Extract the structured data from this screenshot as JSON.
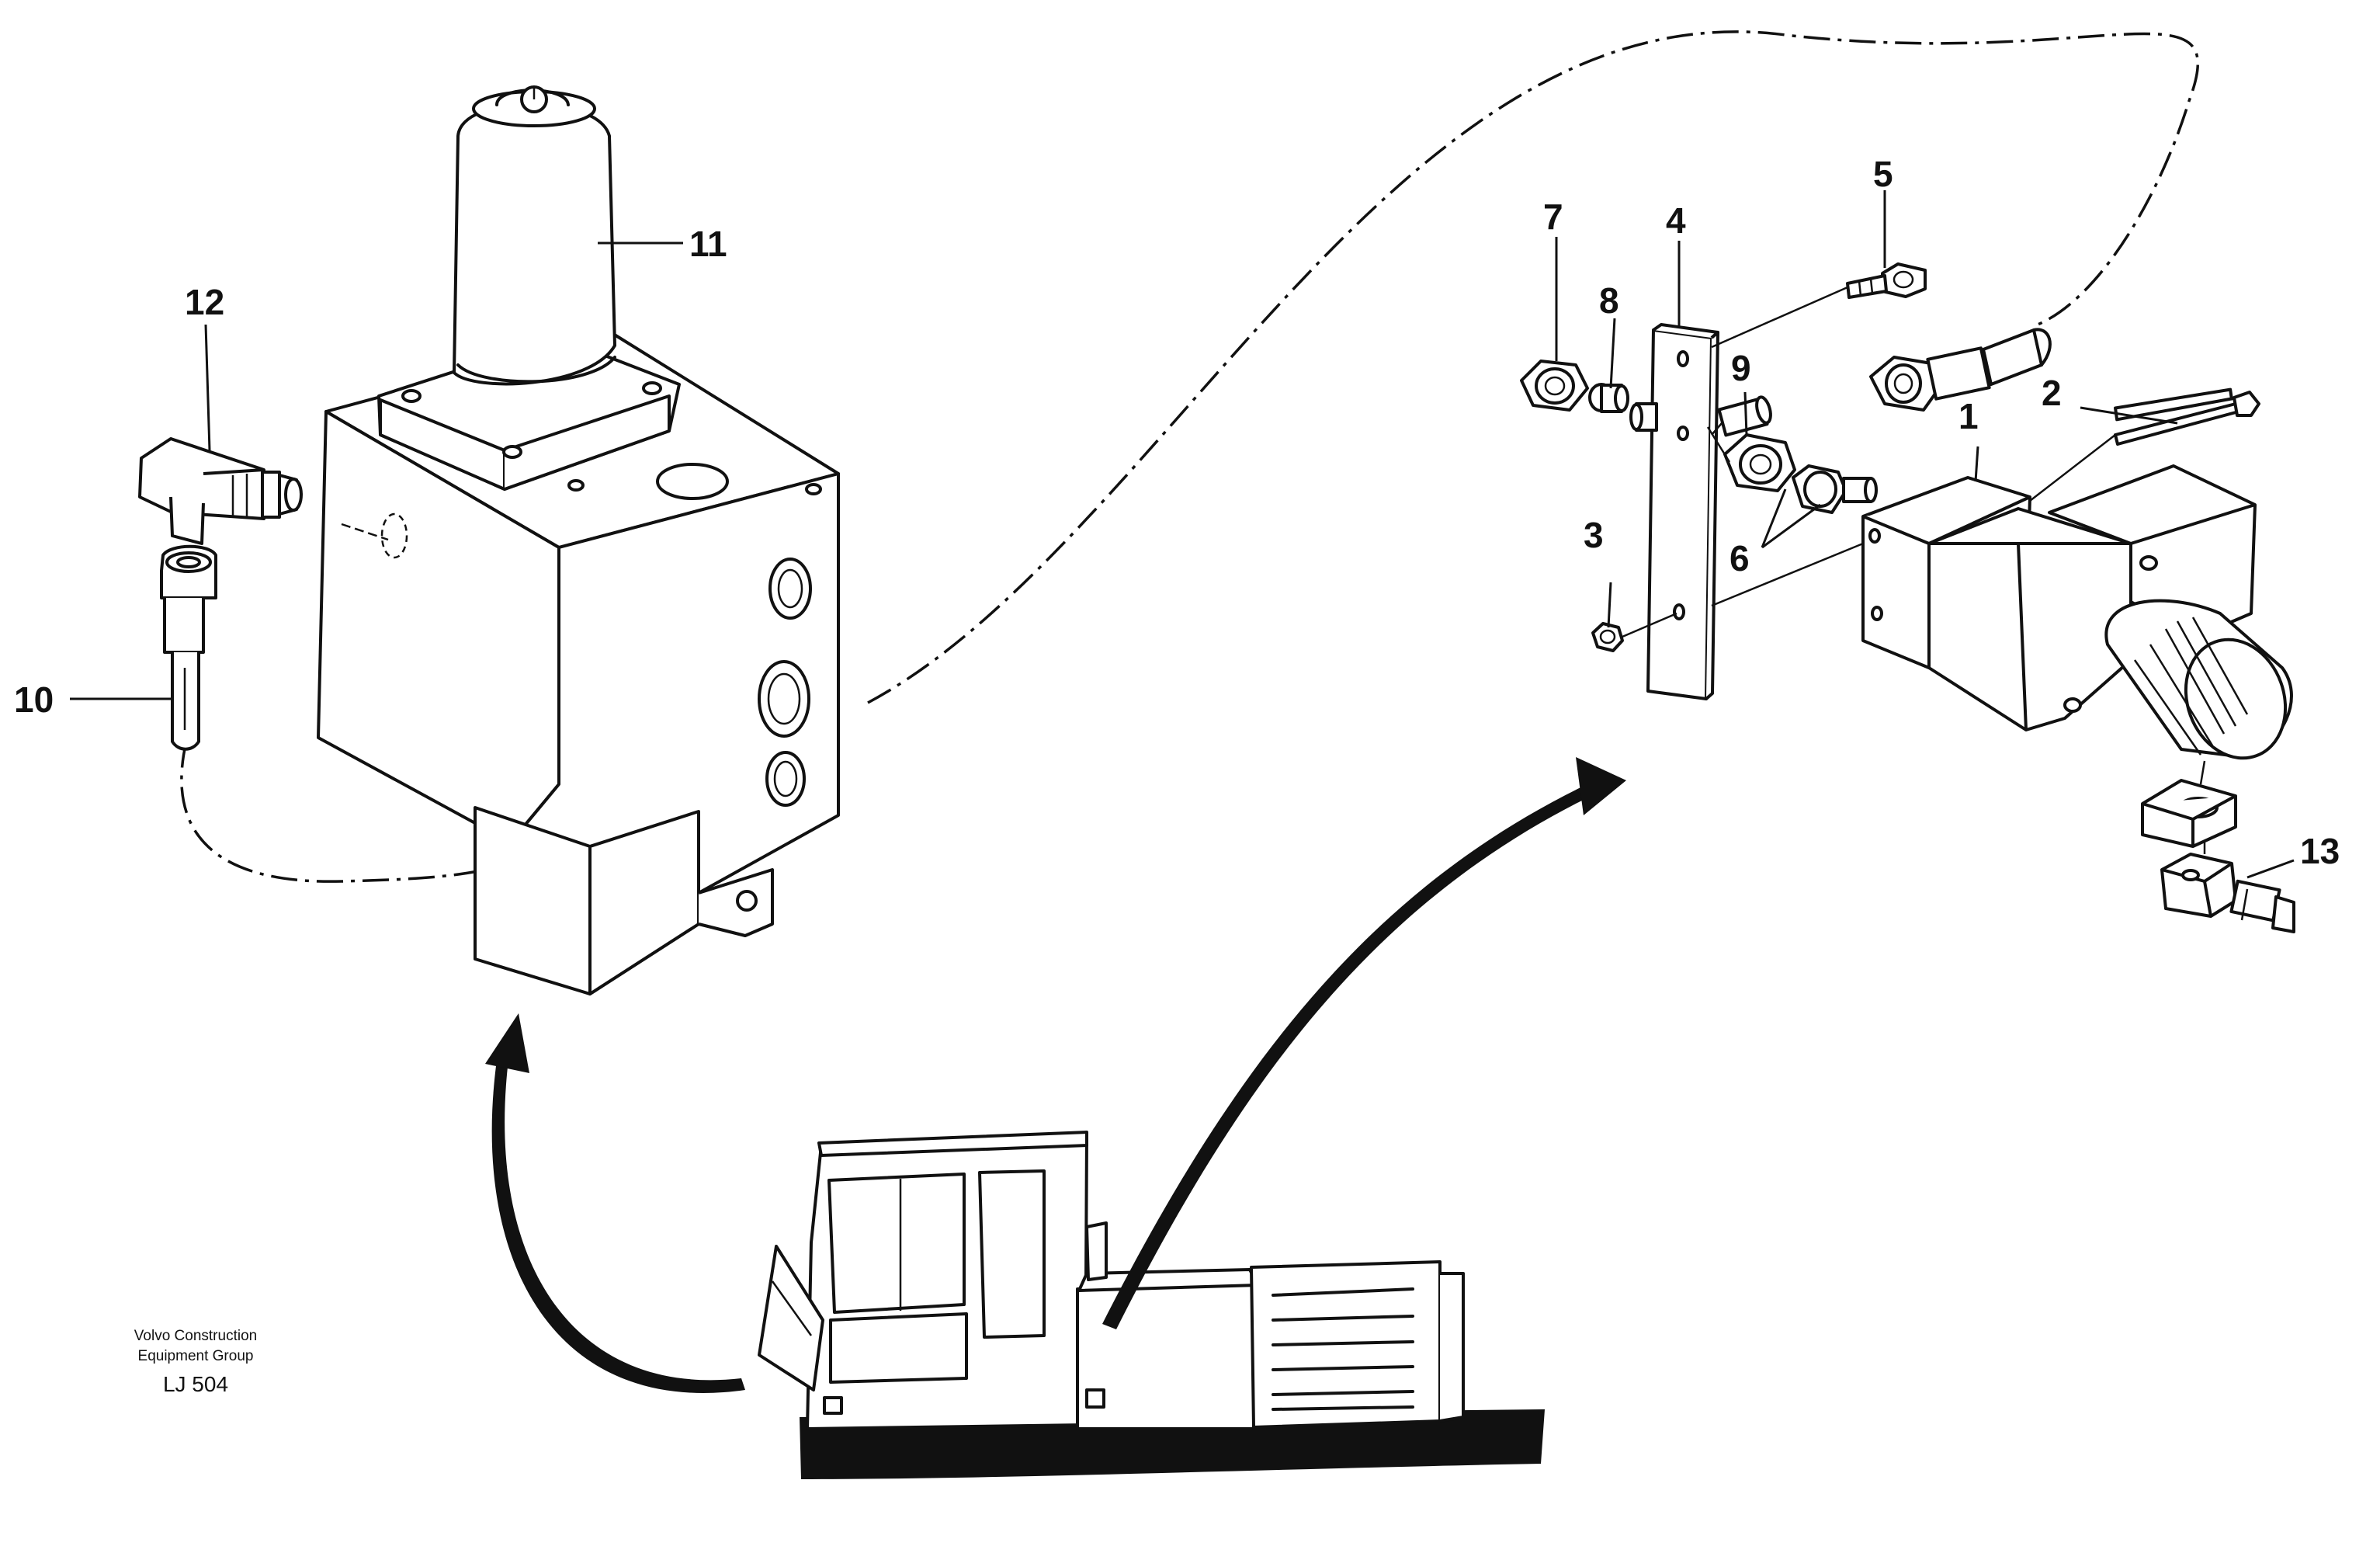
{
  "callouts": [
    "1",
    "2",
    "3",
    "4",
    "5",
    "6",
    "7",
    "8",
    "9",
    "10",
    "11",
    "12",
    "13"
  ],
  "credit": {
    "line1": "Volvo Construction",
    "line2": "Equipment Group",
    "code": "LJ 504"
  }
}
